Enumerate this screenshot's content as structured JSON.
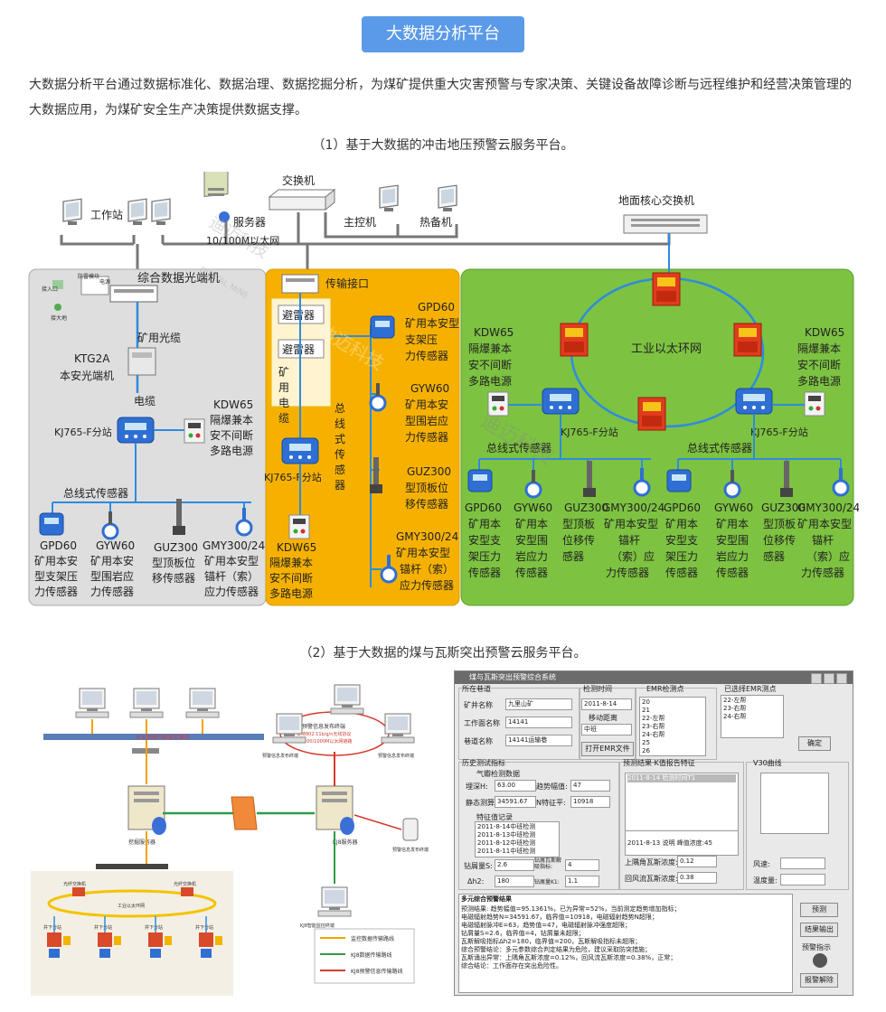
{
  "header": {
    "title": "大数据分析平台"
  },
  "intro": "大数据分析平台通过数据标准化、数据治理、数据挖掘分析，为煤矿提供重大灾害预警与专家决策、关键设备故障诊断与远程维护和经营决策管理的大数据应用，为煤矿安全生产决策提供数据支撑。",
  "section1": {
    "caption": "（1）基于大数据的冲击地压预警云服务平台。",
    "top": {
      "workstation": "工作站",
      "server": "服务器",
      "switch": "交换机",
      "ethernet": "10/100M以太网",
      "master": "主控机",
      "hotspare": "热备机",
      "core_switch": "地面核心交换机"
    },
    "gray": {
      "fiber_terminal": "综合数据光端机",
      "fiber_cable": "矿用光缆",
      "ktg2a_1": "KTG2A",
      "ktg2a_2": "本安光端机",
      "cable": "电缆",
      "kdw65": [
        "KDW65",
        "隔爆兼本",
        "安不间断",
        "多路电源"
      ],
      "station": "KJ765-F分站",
      "bus": "总线式传感器",
      "sensors": [
        [
          "GPD60",
          "矿用本安",
          "型支架压",
          "力传感器"
        ],
        [
          "GYW60",
          "矿用本安",
          "型围岩应",
          "力传感器"
        ],
        [
          "GUZ300",
          "型顶板位",
          "移传感器"
        ],
        [
          "GMY300/24",
          "矿用本安型",
          "锚杆（索）",
          "应力传感器"
        ]
      ],
      "mini": [
        "防雷模块",
        "电源",
        "接入口",
        "接大地"
      ]
    },
    "orange": {
      "transfer": "传输接口",
      "lightning1": "避雷器",
      "lightning2": "避雷器",
      "cable_v": [
        "矿",
        "用",
        "电",
        "缆"
      ],
      "bus_v": [
        "总",
        "线",
        "式",
        "传",
        "感",
        "器"
      ],
      "station": "KJ765-F分站",
      "kdw65": [
        "KDW65",
        "隔爆兼本",
        "安不间断",
        "多路电源"
      ],
      "sensors": [
        [
          "GPD60",
          "矿用本安型",
          "支架压",
          "力传感器"
        ],
        [
          "GYW60",
          "矿用本安",
          "型围岩应",
          "力传感器"
        ],
        [
          "GUZ300",
          "型顶板位",
          "移传感器"
        ],
        [
          "GMY300/24",
          "矿用本安型",
          "锚杆（索）",
          "应力传感器"
        ]
      ]
    },
    "green": {
      "ring": "工业以太环网",
      "kdw65_left": [
        "KDW65",
        "隔爆兼本",
        "安不间断",
        "多路电源"
      ],
      "kdw65_right": [
        "KDW65",
        "隔爆兼本",
        "安不间断",
        "多路电源"
      ],
      "station_left": "KJ765-F分站",
      "station_right": "KJ765-F分站",
      "bus_left": "总线式传感器",
      "bus_right": "总线式传感器",
      "sensors": [
        [
          "GPD60",
          "矿用本",
          "安型支",
          "架压力",
          "传感器"
        ],
        [
          "GYW60",
          "矿用本",
          "安型围",
          "岩应力",
          "传感器"
        ],
        [
          "GUZ300",
          "型顶板",
          "位移传",
          "感器"
        ],
        [
          "GMY300/24",
          "矿用本安型",
          "锚杆",
          "（索）应",
          "力传感器"
        ]
      ]
    },
    "watermark": {
      "cn": "迪迈科技",
      "en": "DIGITAL MINE"
    }
  },
  "section2": {
    "caption": "（2）基于大数据的煤与瓦斯突出预警云服务平台。",
    "net": {
      "bus_label": "以太网络内联接交换机",
      "ring_title": "预警信息发布终端",
      "ring_line1": "支持802.11b/g/n无线协议",
      "ring_line2": "10/100/1000M以太网链路",
      "pub_left": "预警信息发布终端",
      "pub_right": "预警信息发布终端",
      "pub_bottom": "预警信息发布终端",
      "server_left": "挖掘服务器",
      "server_right": "KJ8服务器",
      "monitor": "KJ8智能监控终端",
      "ring_ind": "工业以太环网",
      "switches": [
        "光纤交换机",
        "光纤交换机"
      ],
      "substation": [
        "井下分站",
        "井下分站",
        "井下分站",
        "井下分站"
      ],
      "legend": [
        "监控数据传输路线",
        "KJ8数据传输路线",
        "KJ8预警信息传输路线"
      ],
      "legend_colors": [
        "#f2a200",
        "#2e9c45",
        "#d63a2f"
      ]
    },
    "window": {
      "title": "煤与瓦斯突出预警综合系统",
      "g1": "所在巷道",
      "mine_lbl": "矿井名称",
      "mine_val": "九里山矿",
      "face_lbl": "工作面名称",
      "face_val": "14141",
      "road_lbl": "巷道名称",
      "road_val": "14141运输巷",
      "g2": "检测时间",
      "date_val": "2011-8-14",
      "move_lbl": "移动距离",
      "move_val": "中班",
      "open_btn": "打开EMR文件",
      "g3": "EMR检测点",
      "emr_list": [
        "20",
        "21",
        "22-左帮",
        "23-右帮",
        "24-右帮",
        "25",
        "26",
        "27",
        "28"
      ],
      "g4": "已选择EMR测点",
      "emr_sel": [
        "22-左帮",
        "23-右帮",
        "24-右帮"
      ],
      "ok_btn": "确定",
      "g5": "历史测试指标",
      "g5b": "气瓣检测数据",
      "depth_lbl": "埋深H:",
      "depth_val": "63.00",
      "trend_lbl": "趋势幅值:",
      "trend_val": "47",
      "n_lbl": "静态测算N:",
      "n_val": "34591.67",
      "mean_lbl": "N特征平:",
      "mean_val": "10918",
      "g5c": "特征值记录",
      "records": [
        "2011-8-14中班检测",
        "2011-8-13中班检测",
        "2011-8-12中班检测",
        "2011-8-11中班检测"
      ],
      "q_lbl": "钻屑量S:",
      "q_val": "2.6",
      "dh_lbl": "钻屑瓦斯解吸指标:",
      "dh_val": "4",
      "k1_lbl": "Δh2:",
      "k1_val": "180",
      "k1b_lbl": "钻屑量K1:",
      "k1b_val": "1.1",
      "g6": "预测结果·K值报告特征",
      "hi_row": "2011-8-14 检测时间T1",
      "low_row": "2011-8-13  说明   峰值浓度:45",
      "gas_lbl": "上隅角瓦斯浓度:",
      "gas_val": "0.12",
      "gas2_lbl": "回风流瓦斯浓度:",
      "gas2_val": "0.38",
      "g7": "V30曲线",
      "wind_lbl": "风速:",
      "temp_lbl": "温度量:",
      "g8": "多元综合预警结果",
      "results": [
        "预测结果: 趋势幅值=95.1361%，已为异常=52%，当前测定趋势增加指标；",
        "电磁辐射趋势N=34591.67，临界值=10918，电磁辐射趋势N超限；",
        "电磁辐射脉冲E=63，趋势值=47，电磁辐射脉冲强度超限；",
        "钻屑量S=2.6，临界值=4，钻屑量未超限；",
        "瓦斯解吸指标Δh2=180，临界值=200，瓦斯解吸指标未超限；",
        "综合预警结论：多元参数综合判定结果为危险，建议采取防突措施；",
        "瓦斯涌出异常：上隅角瓦斯浓度=0.12%，回风流瓦斯浓度=0.38%，正常；",
        "综合结论：工作面存在突出危险性。"
      ],
      "btn_predict": "预测",
      "btn_save": "结果输出",
      "btn_alert_lbl": "预警指示",
      "btn_exit": "报警解除"
    }
  }
}
